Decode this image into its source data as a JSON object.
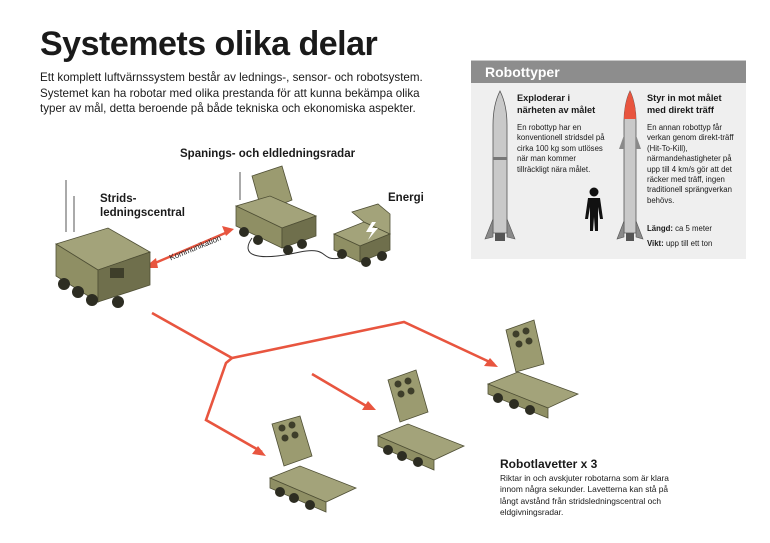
{
  "title": "Systemets olika delar",
  "intro": "Ett komplett luftvärnssystem består av lednings-, sensor- och robotsystem. Systemet kan ha robotar med olika prestanda för att kunna bekämpa olika typer av mål, detta beroende på både tekniska och ekonomiska aspekter.",
  "labels": {
    "radar": "Spanings- och eldledningsradar",
    "central": "Strids-ledningscentral",
    "energy": "Energi",
    "communication": "Kommunikation",
    "launchers_title": "Robotlavetter x 3",
    "launchers_text": "Riktar in och avskjuter robotarna som är klara innom några sekunder. Lavetterna kan stå på långt avstånd från stridsledningscentral och eldgivningsradar."
  },
  "robot_box": {
    "heading": "Robottyper",
    "missile1": {
      "heading": "Exploderar i närheten av målet",
      "text": "En robottyp har en konventionell stridsdel på cirka 100 kg som utlöses när man kommer tillräckligt nära målet."
    },
    "missile2": {
      "heading": "Styr in mot målet med direkt träff",
      "text": "En annan robottyp får verkan genom direkt-träff (Hit-To-Kill), närmandehastigheter på upp till 4 km/s gör att det räcker med träff, ingen traditionell sprängverkan behövs.",
      "length_label": "Längd:",
      "length_value": "ca 5 meter",
      "weight_label": "Vikt:",
      "weight_value": "upp till ett ton"
    }
  },
  "colors": {
    "link_red": "#e8553f",
    "vehicle_olive": "#8f8f64",
    "vehicle_dark": "#5e5e3f",
    "box_head": "#8d8d8d"
  }
}
